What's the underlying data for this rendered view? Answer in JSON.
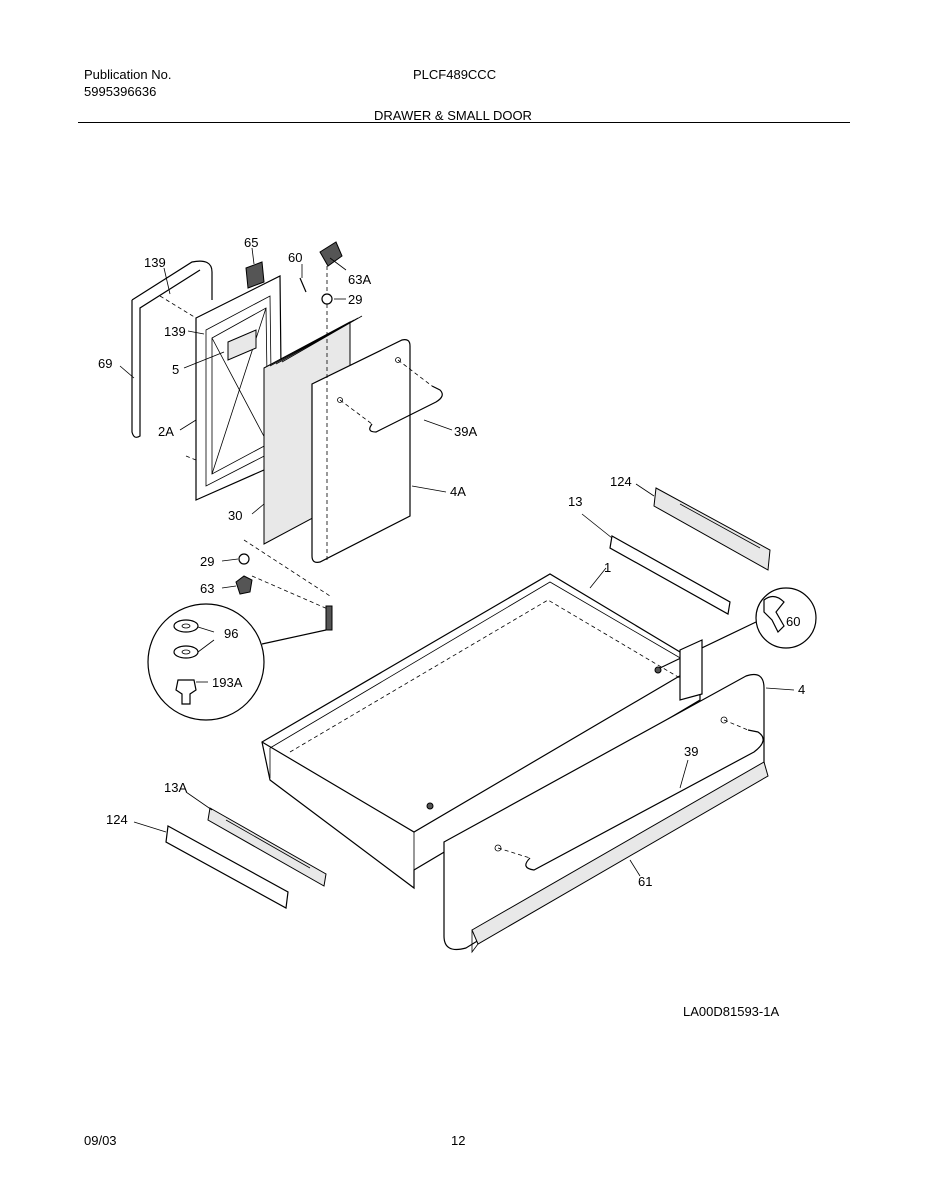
{
  "header": {
    "publication_label": "Publication No.",
    "publication_number": "5995396636",
    "model": "PLCF489CCC",
    "section_title": "DRAWER & SMALL DOOR"
  },
  "diagram": {
    "callouts": {
      "c139a": "139",
      "c65": "65",
      "c60a": "60",
      "c63A": "63A",
      "c29a": "29",
      "c139b": "139",
      "c5": "5",
      "c69": "69",
      "c2A": "2A",
      "c39A": "39A",
      "c4A": "4A",
      "c30": "30",
      "c29b": "29",
      "c63": "63",
      "c96": "96",
      "c193A": "193A",
      "c124a": "124",
      "c13": "13",
      "c1": "1",
      "c60b": "60",
      "c4": "4",
      "c39": "39",
      "c13A": "13A",
      "c124b": "124",
      "c61": "61"
    },
    "drawing_id": "LA00D81593-1A"
  },
  "footer": {
    "date": "09/03",
    "page_number": "12"
  }
}
